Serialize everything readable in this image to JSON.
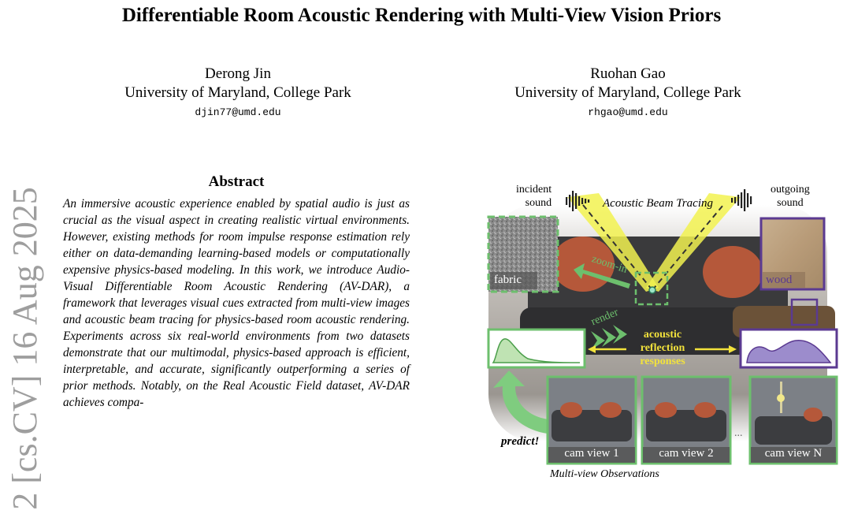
{
  "paper": {
    "title": "Differentiable Room Acoustic Rendering with Multi-View Vision Priors",
    "authors": [
      {
        "name": "Derong Jin",
        "affiliation": "University of Maryland, College Park",
        "email": "djin77@umd.edu"
      },
      {
        "name": "Ruohan Gao",
        "affiliation": "University of Maryland, College Park",
        "email": "rhgao@umd.edu"
      }
    ],
    "arxiv_stamp": "2 [cs.CV] 16 Aug 2025",
    "abstract_heading": "Abstract",
    "abstract_text": "An immersive acoustic experience enabled by spatial audio is just as crucial as the visual aspect in creating realistic virtual environments. However, existing methods for room impulse response estimation rely either on data-demanding learning-based models or computationally expensive physics-based modeling. In this work, we introduce Audio-Visual Differentiable Room Acoustic Rendering (AV-DAR), a framework that leverages visual cues extracted from multi-view images and acoustic beam tracing for physics-based room acoustic rendering. Experiments across six real-world environments from two datasets demonstrate that our multimodal, physics-based approach is efficient, interpretable, and accurate, significantly outperforming a series of prior methods. Notably, on the Real Acoustic Field dataset, AV-DAR achieves compa-"
  },
  "figure": {
    "incident_label": [
      "incident",
      "sound"
    ],
    "outgoing_label": [
      "outgoing",
      "sound"
    ],
    "beam_label": "Acoustic Beam Tracing",
    "fabric_label": "fabric",
    "wood_label": "wood",
    "zoom_label": "zoom-in",
    "render_label": "render",
    "responses_label": [
      "acoustic",
      "reflection",
      "responses"
    ],
    "predict_label": "predict!",
    "cam_views": [
      "cam view 1",
      "cam view 2",
      "cam view N"
    ],
    "dots_label": "...",
    "observations_label": "Multi-view Observations",
    "colors": {
      "green": "#6dbf6d",
      "purple": "#5b3a91",
      "beam": "#f2f250"
    }
  }
}
